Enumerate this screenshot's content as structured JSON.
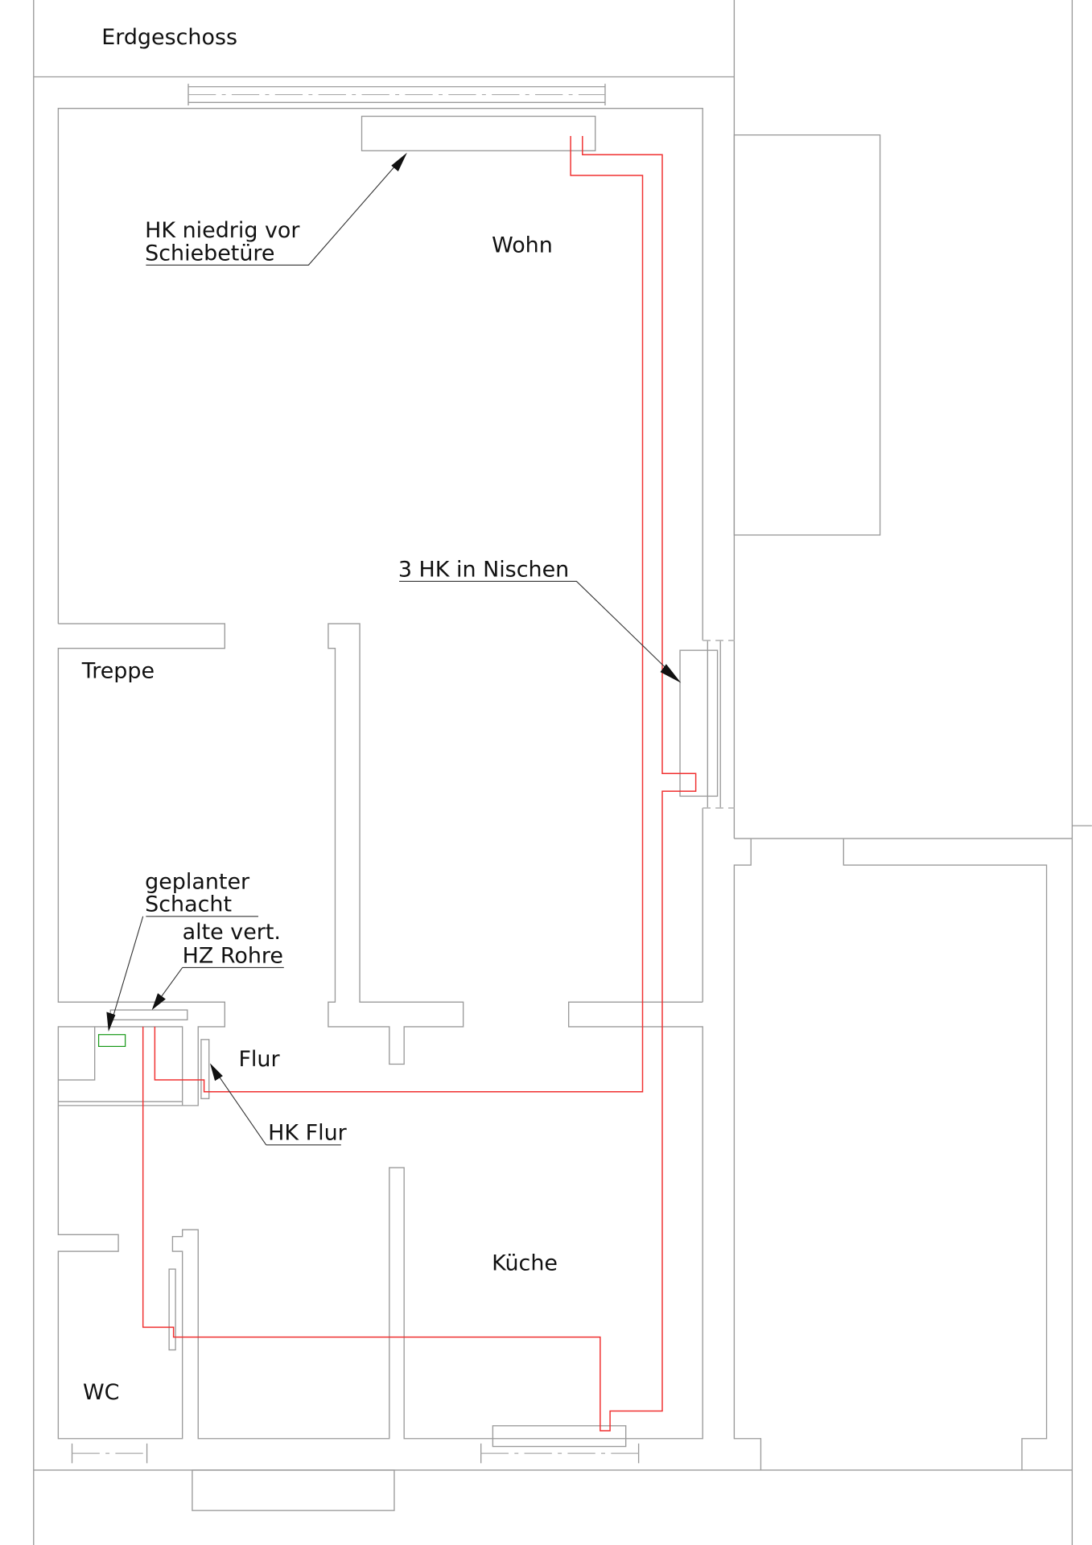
{
  "title": "Erdgeschoss",
  "rooms": {
    "wohn": "Wohn",
    "treppe": "Treppe",
    "flur": "Flur",
    "kueche": "Küche",
    "wc": "WC"
  },
  "annotations": {
    "hk_schiebetuere_line1": "HK niedrig vor",
    "hk_schiebetuere_line2": "Schiebetüre",
    "hk_nischen": "3 HK in Nischen",
    "schacht_line1": "geplanter",
    "schacht_line2": "Schacht",
    "alte_rohre_line1": "alte vert.",
    "alte_rohre_line2": "HZ Rohre",
    "hk_flur": "HK Flur"
  },
  "colors": {
    "walls": "#9a9a9a",
    "heating_pipes": "#f03030",
    "planned_shaft": "#1a9a1a"
  }
}
